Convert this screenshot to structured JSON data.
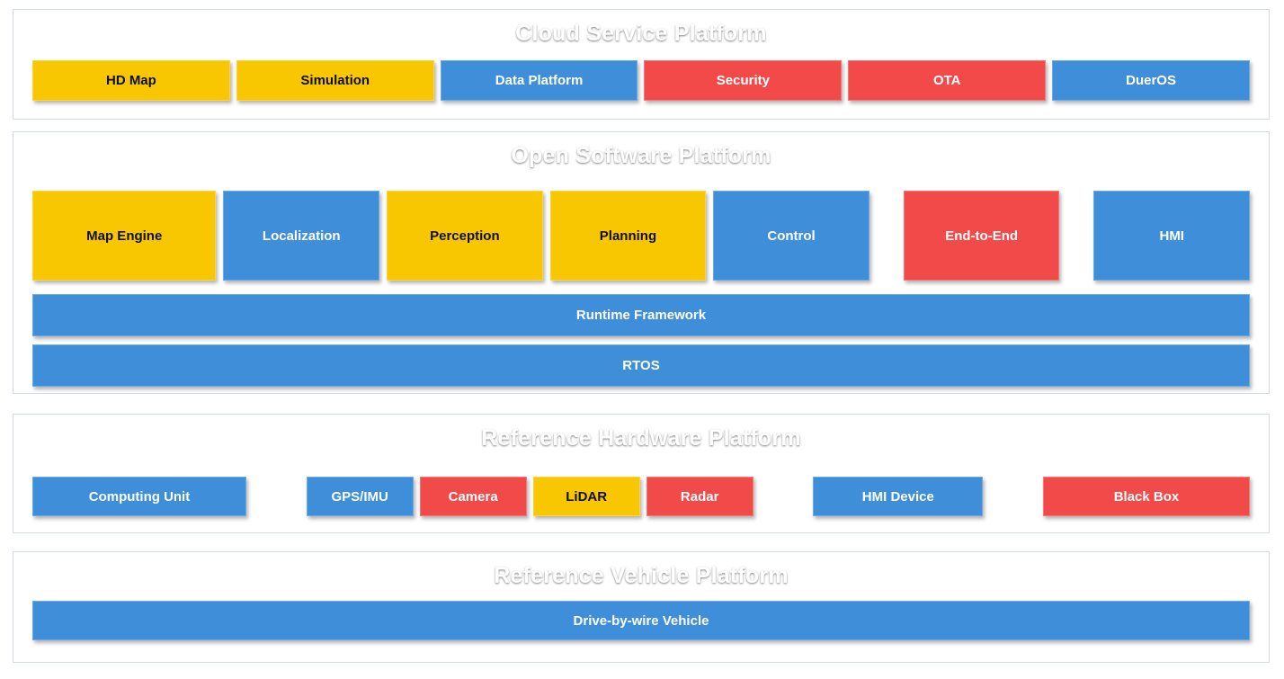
{
  "colors": {
    "yellow": "#F8C701",
    "blue": "#3E8EDA",
    "red": "#F24A49",
    "text_on_yellow": "#0E0E0E",
    "text_on_color": "#FFFFFF"
  },
  "sections": {
    "cloud": {
      "title": "Cloud Service Platform",
      "boxes": [
        {
          "label": "HD Map",
          "color": "yellow"
        },
        {
          "label": "Simulation",
          "color": "yellow"
        },
        {
          "label": "Data Platform",
          "color": "blue"
        },
        {
          "label": "Security",
          "color": "red"
        },
        {
          "label": "OTA",
          "color": "red"
        },
        {
          "label": "DuerOS",
          "color": "blue"
        }
      ]
    },
    "software": {
      "title": "Open Software Platform",
      "boxes": [
        {
          "label": "Map Engine",
          "color": "yellow"
        },
        {
          "label": "Localization",
          "color": "blue"
        },
        {
          "label": "Perception",
          "color": "yellow"
        },
        {
          "label": "Planning",
          "color": "yellow"
        },
        {
          "label": "Control",
          "color": "blue"
        },
        {
          "label": "End-to-End",
          "color": "red"
        },
        {
          "label": "HMI",
          "color": "blue"
        }
      ],
      "bars": [
        {
          "label": "Runtime Framework",
          "color": "blue"
        },
        {
          "label": "RTOS",
          "color": "blue"
        }
      ]
    },
    "hardware": {
      "title": "Reference Hardware Platform",
      "boxes": [
        {
          "label": "Computing Unit",
          "color": "blue"
        },
        {
          "label": "GPS/IMU",
          "color": "blue"
        },
        {
          "label": "Camera",
          "color": "red"
        },
        {
          "label": "LiDAR",
          "color": "yellow"
        },
        {
          "label": "Radar",
          "color": "red"
        },
        {
          "label": "HMI Device",
          "color": "blue"
        },
        {
          "label": "Black Box",
          "color": "red"
        }
      ]
    },
    "vehicle": {
      "title": "Reference Vehicle Platform",
      "bars": [
        {
          "label": "Drive-by-wire Vehicle",
          "color": "blue"
        }
      ]
    }
  }
}
